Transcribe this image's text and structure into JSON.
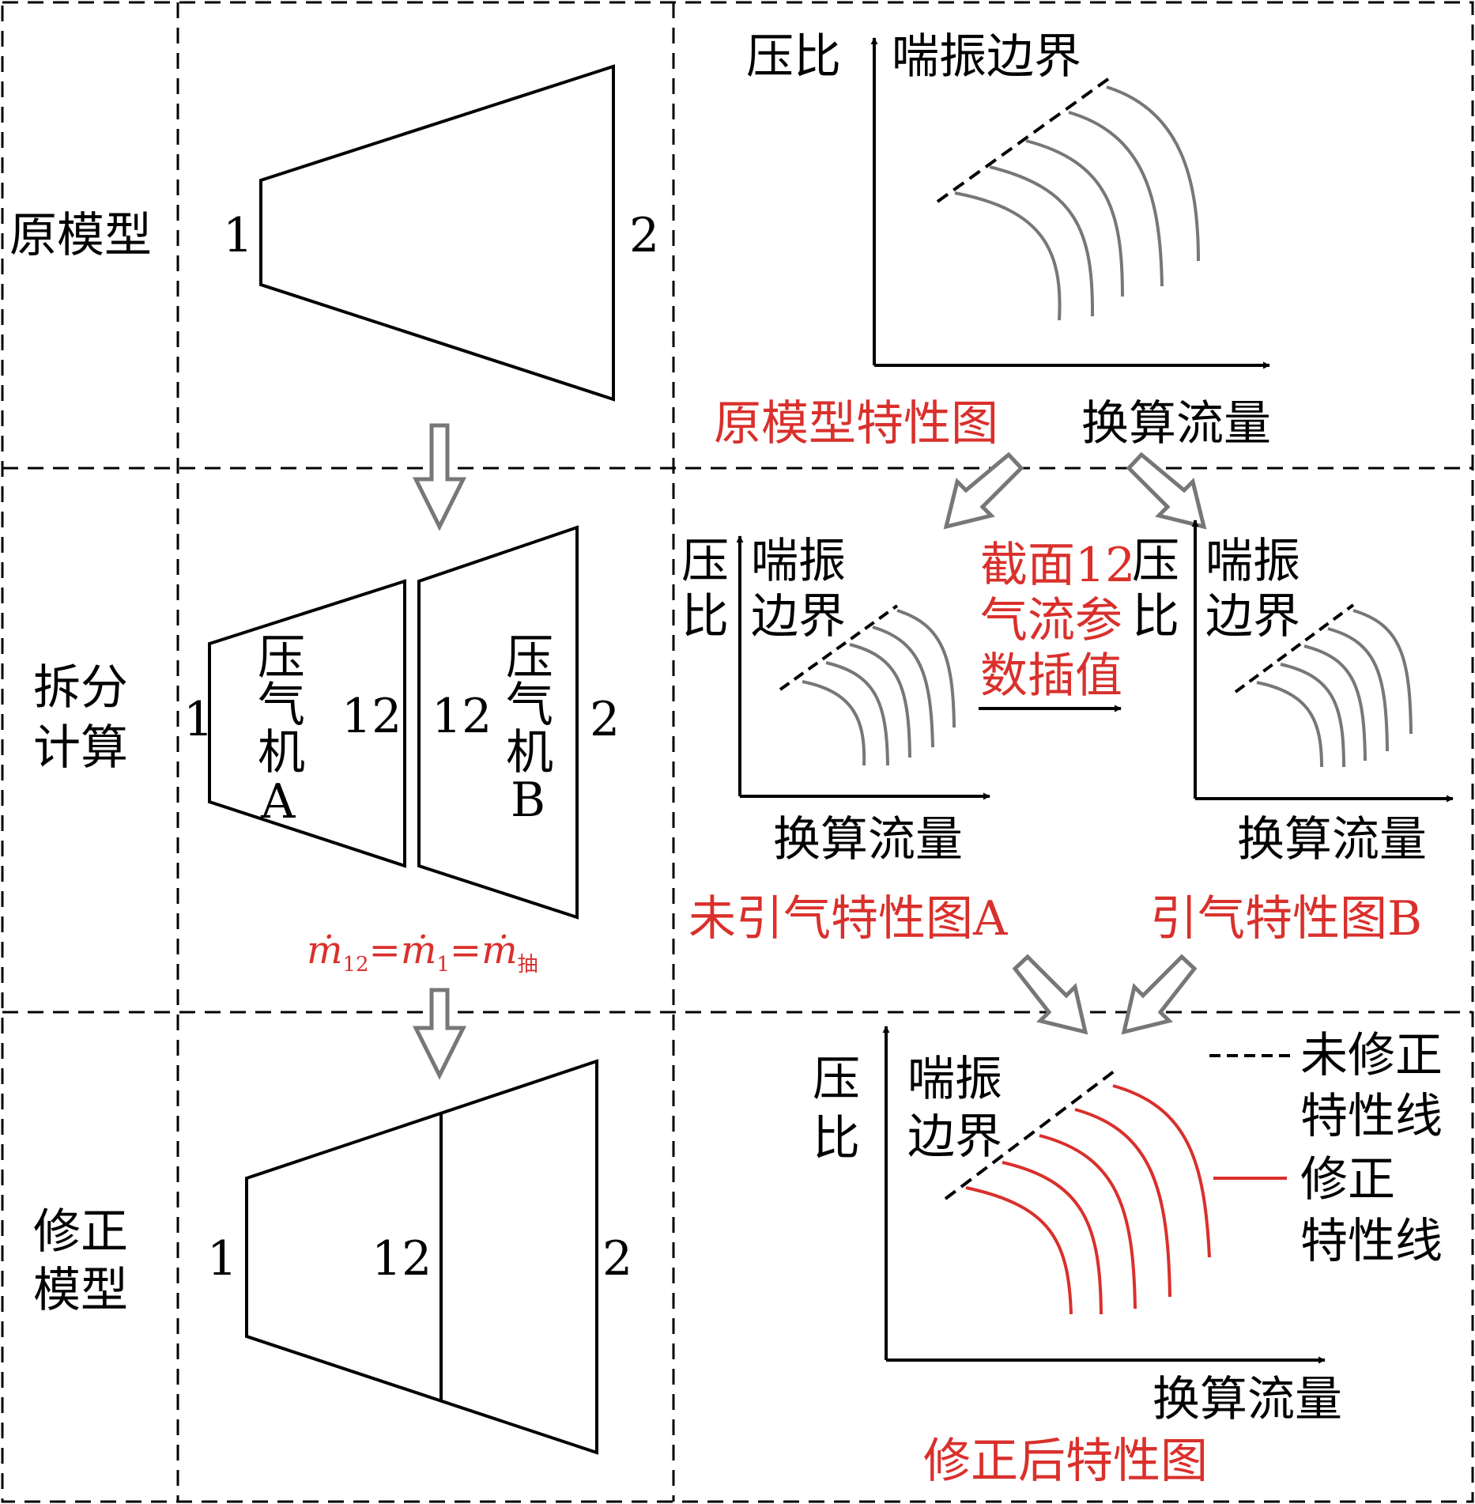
{
  "rows": {
    "original": "原模型",
    "split_line1": "拆分",
    "split_line2": "计算",
    "corrected_line1": "修正",
    "corrected_line2": "模型"
  },
  "stations": {
    "inlet": "1",
    "outlet": "2",
    "interface": "12"
  },
  "compressor_a": {
    "line1": "压",
    "line2": "气",
    "line3": "机",
    "line4": "A"
  },
  "compressor_b": {
    "line1": "压",
    "line2": "气",
    "line3": "机",
    "line4": "B"
  },
  "mass_flow": {
    "sub_12": "12",
    "sub_1": "1",
    "sub_bleed": "抽",
    "m": "ṁ",
    "eq": "="
  },
  "axes": {
    "pressure_ratio": "压比",
    "pr_line1": "压",
    "pr_line2": "比",
    "surge_boundary": "喘振边界",
    "surge_line1": "喘振",
    "surge_line2": "边界",
    "corrected_flow": "换算流量"
  },
  "captions": {
    "original_map": "原模型特性图",
    "map_a": "未引气特性图A",
    "map_b": "引气特性图B",
    "corrected_map": "修正后特性图"
  },
  "interpolation": {
    "line1": "截面12",
    "line2": "气流参",
    "line3": "数插值"
  },
  "legend": {
    "uncorrected_line1": "未修正",
    "uncorrected_line2": "特性线",
    "corrected_line1": "修正",
    "corrected_line2": "特性线"
  },
  "colors": {
    "accent_red": "#d9302c",
    "curve_gray": "#777777",
    "line_black": "#000000"
  }
}
